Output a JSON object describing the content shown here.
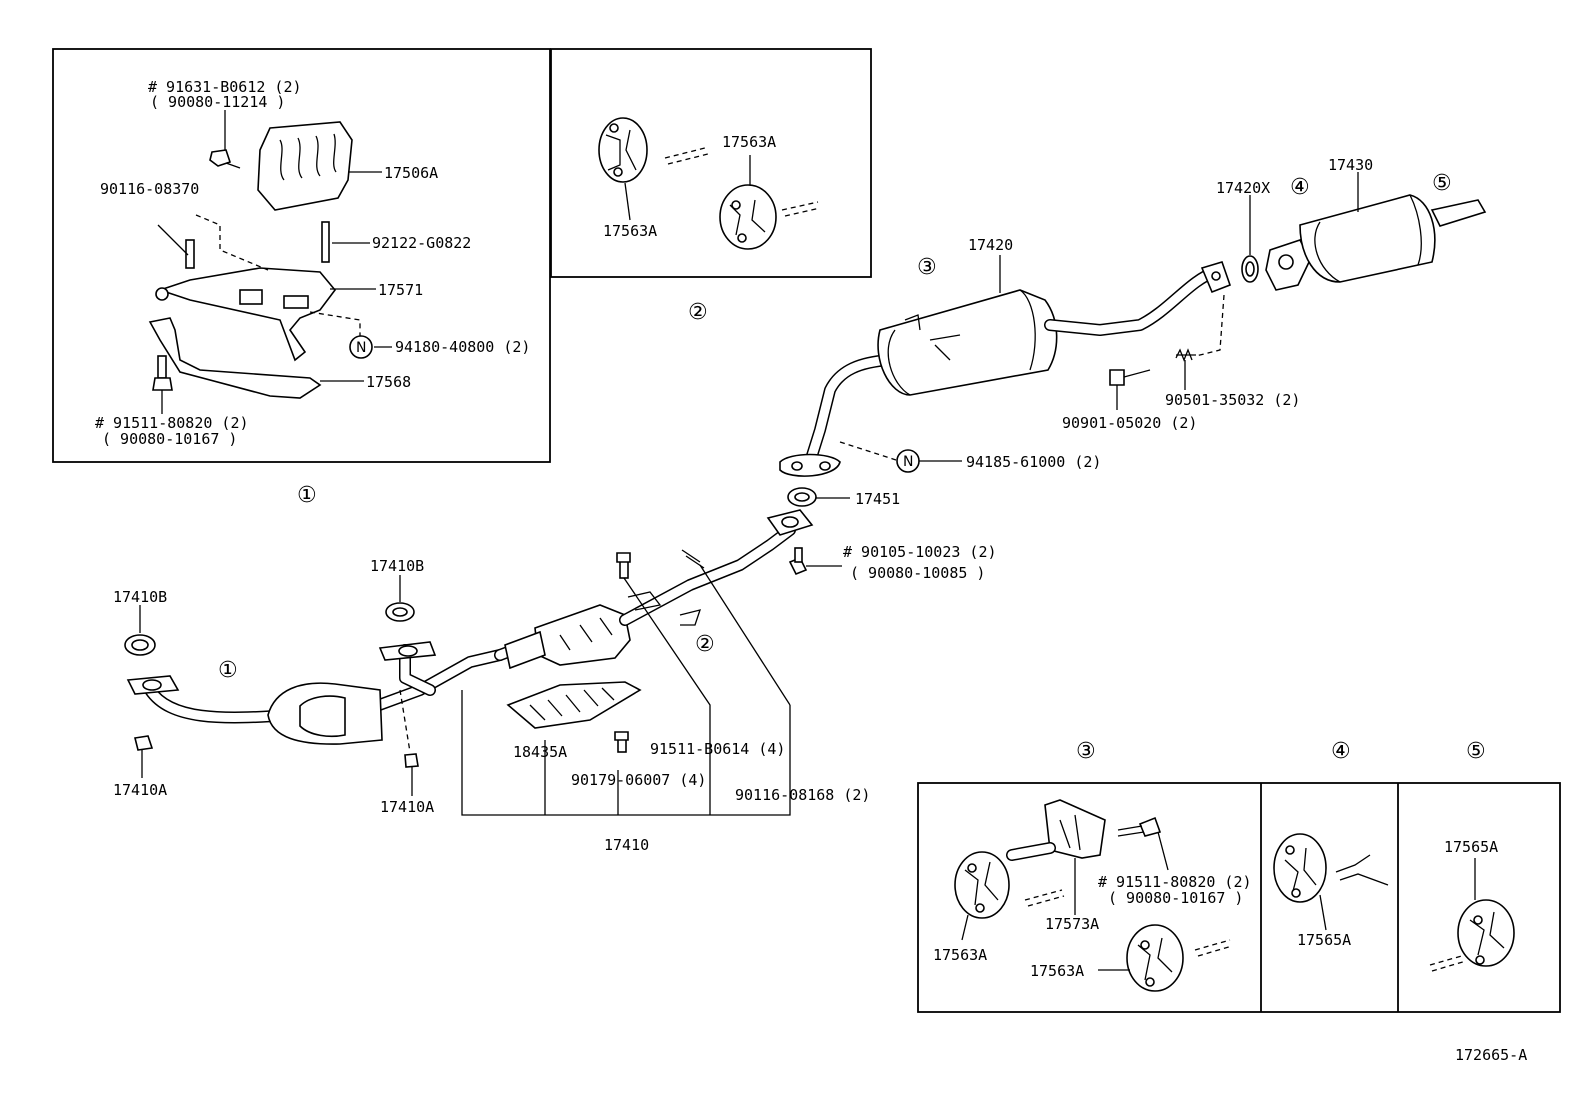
{
  "diagram_id": "172665-A",
  "callouts": {
    "c1": "①",
    "c2": "②",
    "c3": "③",
    "c4": "④",
    "c5": "⑤"
  },
  "n_mark": "N",
  "box1": {
    "p1a": "# 91631-B0612 (2)",
    "p1b": "( 90080-11214  )",
    "p2": "17506A",
    "p3": "90116-08370",
    "p4": "92122-G0822",
    "p5": "17571",
    "p6": "94180-40800 (2)",
    "p7": "17568",
    "p8a": "# 91511-80820 (2)",
    "p8b": "( 90080-10167  )"
  },
  "box2": {
    "p1": "17563A",
    "p2": "17563A"
  },
  "main": {
    "p17430": "17430",
    "p17420X": "17420X",
    "p17420": "17420",
    "p90501": "90501-35032 (2)",
    "p90901": "90901-05020 (2)",
    "p94185": "94185-61000 (2)",
    "p17451": "17451",
    "p90105a": "# 90105-10023 (2)",
    "p90105b": "( 90080-10085  )",
    "p17410B_1": "17410B",
    "p17410B_2": "17410B",
    "p17410A_1": "17410A",
    "p17410A_2": "17410A",
    "p18435A": "18435A",
    "p91511": "91511-B0614 (4)",
    "p90179": "90179-06007 (4)",
    "p90116": "90116-08168 (2)",
    "p17410": "17410"
  },
  "box3": {
    "p1": "17563A",
    "p2": "17573A",
    "p3a": "# 91511-80820 (2)",
    "p3b": "( 90080-10167  )",
    "p4": "17563A"
  },
  "box4": {
    "p1": "17565A"
  },
  "box5": {
    "p1": "17565A"
  }
}
